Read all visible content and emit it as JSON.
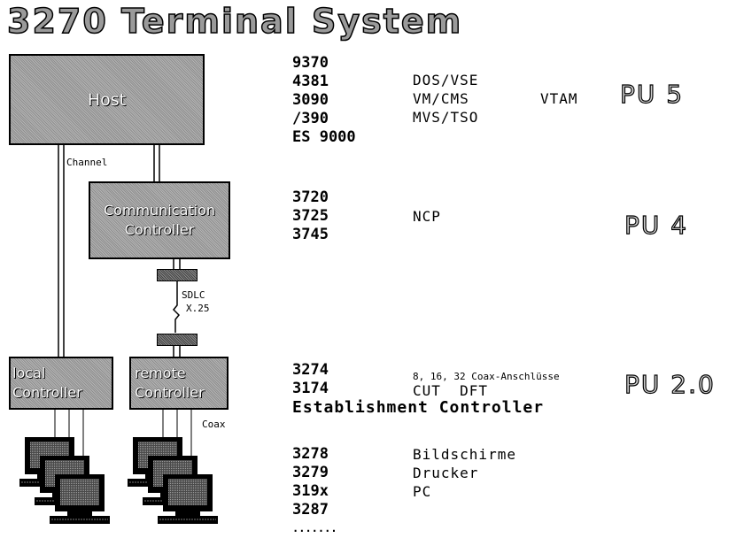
{
  "title": "3270 Terminal System",
  "boxes": {
    "host": "Host",
    "comm_line1": "Communication",
    "comm_line2": "Controller",
    "local_line1": "local",
    "local_line2": "Controller",
    "remote_line1": "remote",
    "remote_line2": "Controller"
  },
  "link_labels": {
    "channel": "Channel",
    "sdlc": "SDLC",
    "x25": "X.25",
    "coax": "Coax"
  },
  "host_models": [
    "9370",
    "4381",
    "3090",
    "/390",
    "ES 9000"
  ],
  "host_os": [
    "DOS/VSE",
    "VM/CMS",
    "MVS/TSO"
  ],
  "host_access": "VTAM",
  "pu5": "PU 5",
  "comm_models": [
    "3720",
    "3725",
    "3745"
  ],
  "comm_software": "NCP",
  "pu4": "PU 4",
  "ctrl_models": [
    "3274",
    "3174"
  ],
  "ctrl_ports": "8, 16, 32 Coax-Anschlüsse",
  "ctrl_modes": "CUT  DFT",
  "ctrl_caption": "Establishment Controller",
  "pu20": "PU 2.0",
  "device_models": [
    "3278",
    "3279",
    "319x",
    "3287",
    "......."
  ],
  "device_types": [
    "Bildschirme",
    "Drucker",
    "PC"
  ]
}
